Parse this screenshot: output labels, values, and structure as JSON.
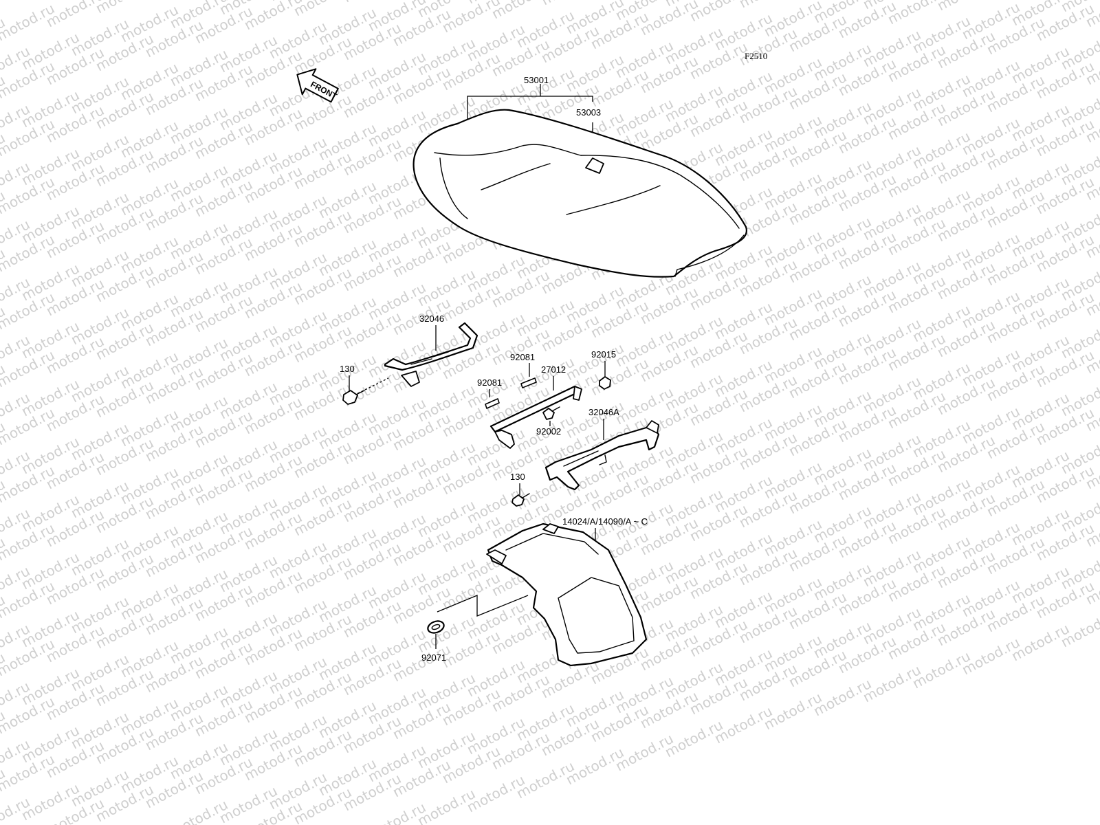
{
  "watermark": "motod.ru",
  "figure_code": "F2510",
  "front_arrow_label": "FRONT",
  "labels": {
    "seat": "53001",
    "seat_tab": "53003",
    "grip_left": "32046",
    "bolt_left": "130",
    "pin_upper": "92081",
    "pin_lower": "92081",
    "lock_rod": "27012",
    "nut": "92015",
    "bolt_center": "92002",
    "grip_right": "32046A",
    "bolt_lower": "130",
    "tail_cover": "14024/A/14090/A ~ C",
    "grommet": "92071"
  }
}
